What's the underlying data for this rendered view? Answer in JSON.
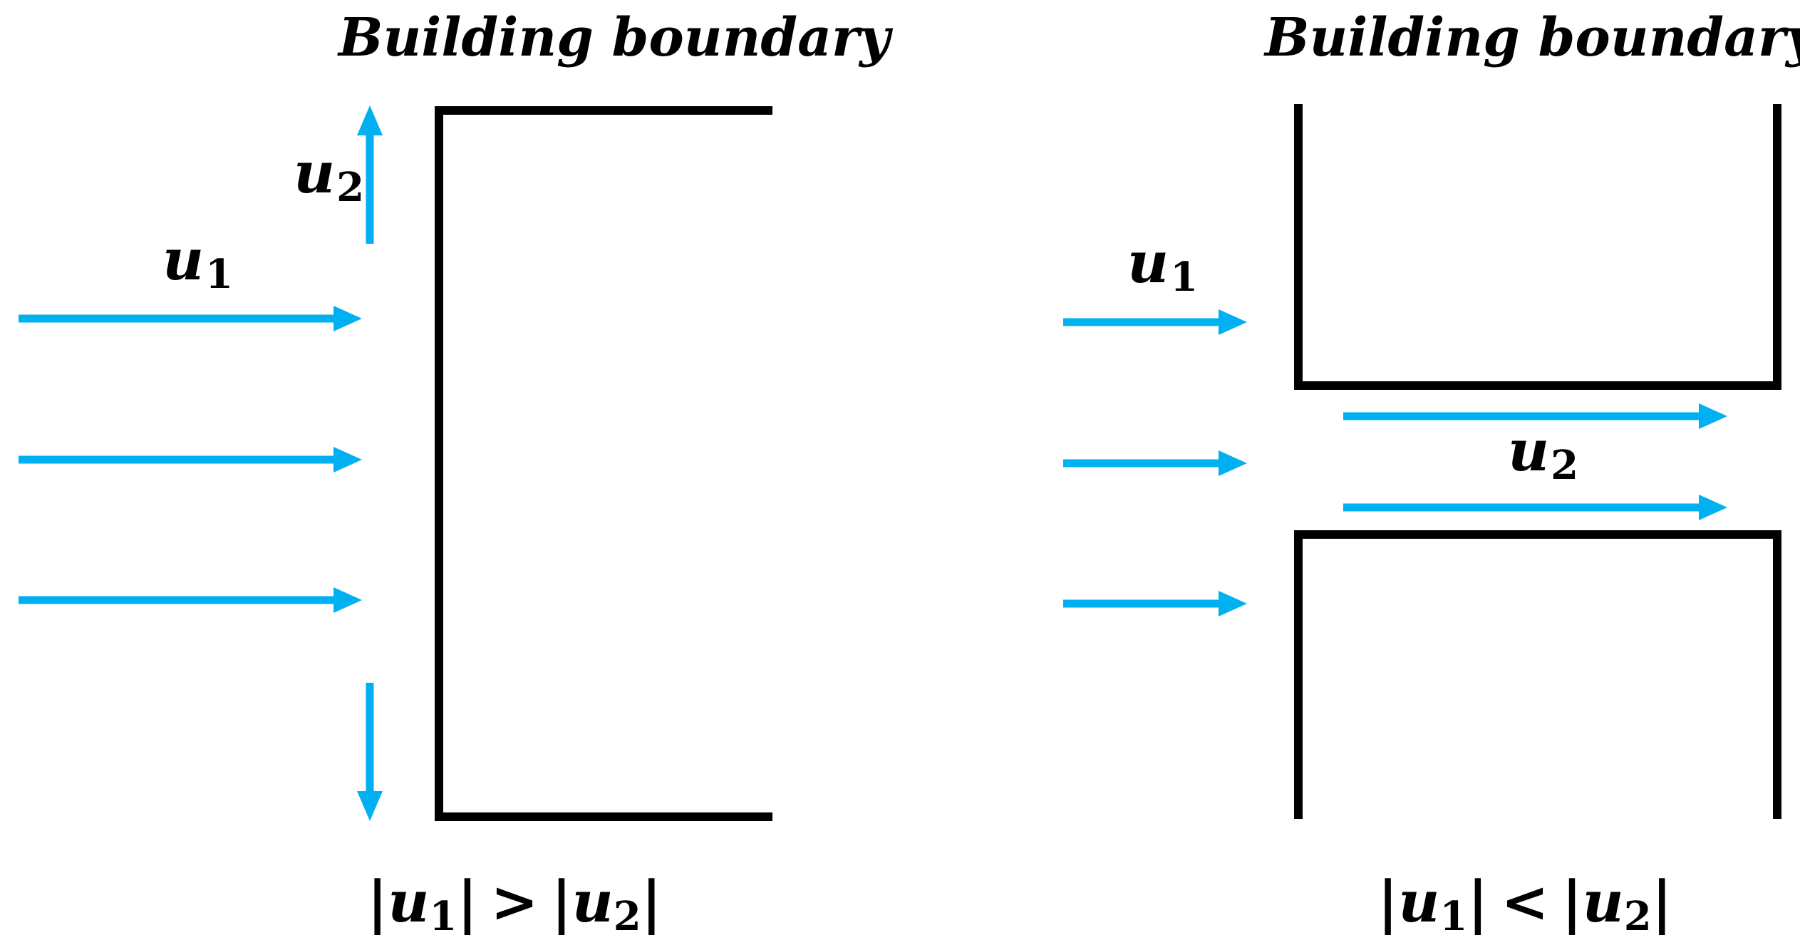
{
  "left_panel": {
    "title": "Building boundary",
    "u1_label": {
      "base": "u",
      "sub": "1"
    },
    "u2_label": {
      "base": "u",
      "sub": "2"
    },
    "relation": {
      "bar": "|",
      "v1": "u",
      "s1": "1",
      "op": ">",
      "v2": "u",
      "s2": "2"
    }
  },
  "right_panel": {
    "title": "Building boundary",
    "u1_label": {
      "base": "u",
      "sub": "1"
    },
    "u2_label": {
      "base": "u",
      "sub": "2"
    },
    "relation": {
      "bar": "|",
      "v1": "u",
      "s1": "1",
      "op": "<",
      "v2": "u",
      "s2": "2"
    }
  },
  "colors": {
    "flow": "#00b0f0",
    "wall": "#000000",
    "background": "#ffffff"
  },
  "icons": [
    "flow-arrow-icon"
  ]
}
